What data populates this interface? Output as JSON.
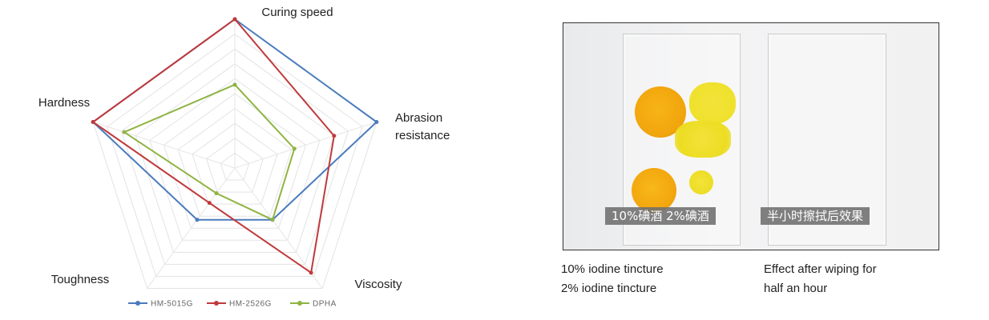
{
  "chart_data": {
    "type": "radar",
    "axes": [
      "Curing speed",
      "Abrasion resistance",
      "Viscosity",
      "Toughness",
      "Hardness"
    ],
    "axis_label_lines": [
      [
        "Curing speed"
      ],
      [
        "Abrasion",
        "resistance"
      ],
      [
        "Viscosity"
      ],
      [
        "Toughness"
      ],
      [
        "Hardness"
      ]
    ],
    "rlim": [
      0,
      10
    ],
    "grid_levels": 10,
    "grid": true,
    "legend_placement": "bottom",
    "series": [
      {
        "name": "HM-5015G",
        "color": "#4a7bbd",
        "values": [
          10,
          10,
          4.3,
          4.3,
          10
        ]
      },
      {
        "name": "HM-2526G",
        "color": "#c0393b",
        "values": [
          10,
          7,
          8.7,
          2.9,
          10
        ]
      },
      {
        "name": "DPHA",
        "color": "#8fb443",
        "values": [
          5.6,
          4.2,
          4.3,
          2.1,
          7.8
        ]
      }
    ]
  },
  "photo": {
    "caption_left": "10%碘酒  2%碘酒",
    "caption_right": "半小时擦拭后效果"
  },
  "photo_text": {
    "left_line1": "10% iodine tincture",
    "left_line2": "2% iodine tincture",
    "right_line1": "Effect after wiping for",
    "right_line2": "half an hour"
  }
}
